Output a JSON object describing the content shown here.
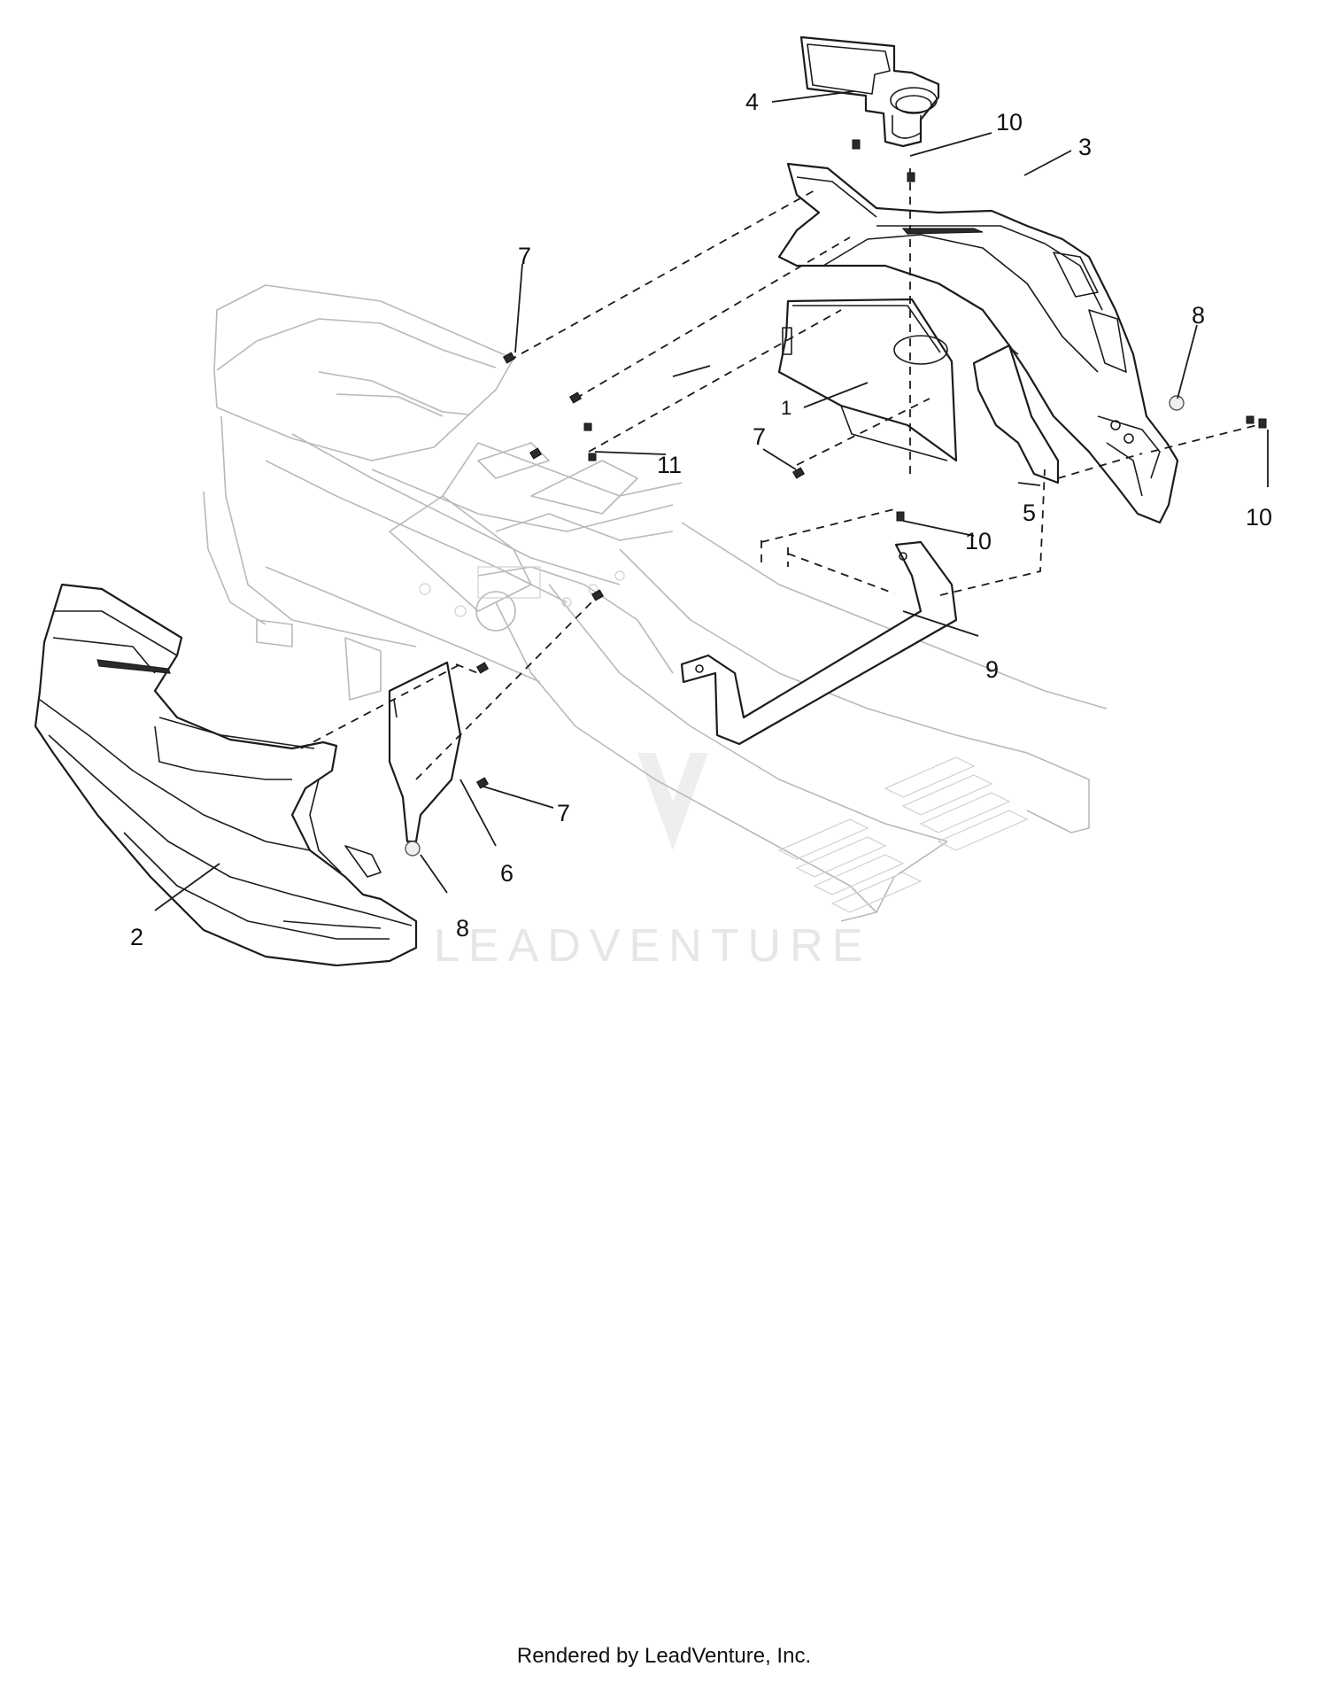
{
  "diagram": {
    "callouts": {
      "c1": "1",
      "c2": "2",
      "c3": "3",
      "c4": "4",
      "c5": "5",
      "c6": "6",
      "c7a": "7",
      "c7b": "7",
      "c7c": "7",
      "c8a": "8",
      "c8b": "8",
      "c9": "9",
      "c10a": "10",
      "c10b": "10",
      "c10c": "10",
      "c11": "11"
    },
    "watermark": "LEADVENTURE"
  },
  "footer": {
    "text": "Rendered by LeadVenture, Inc."
  }
}
